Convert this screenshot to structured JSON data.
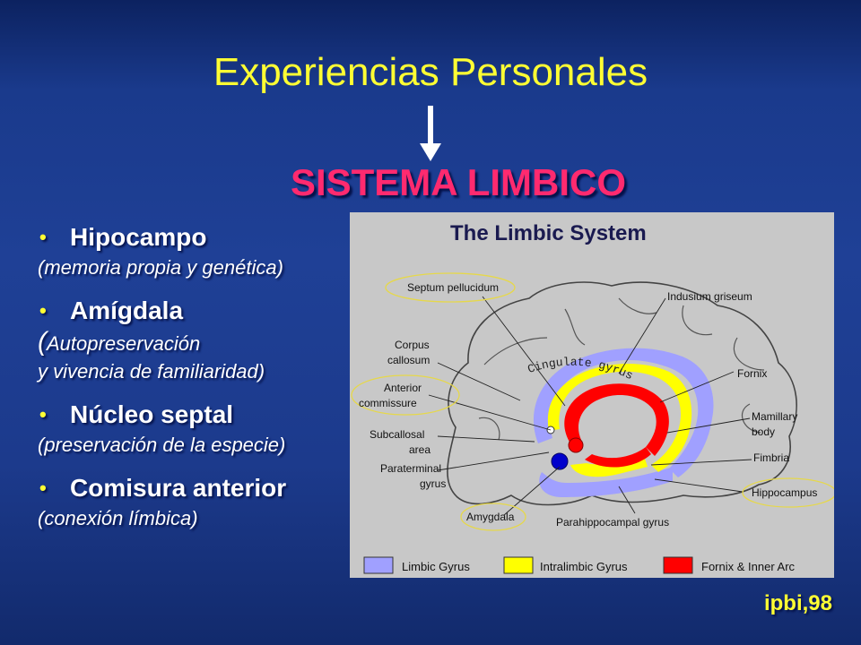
{
  "slide": {
    "title": "Experiencias Personales",
    "subtitle": "SISTEMA LIMBICO",
    "footer": "ipbi,98"
  },
  "bullets": [
    {
      "label": "Hipocampo",
      "desc_lines": [
        "(memoria propia y genética)"
      ]
    },
    {
      "label": "Amígdala",
      "desc_lines": [
        "Autopreservación",
        "y vivencia de familiaridad)"
      ],
      "open_paren": "("
    },
    {
      "label": "Núcleo septal",
      "desc_lines": [
        "(preservación de la especie)"
      ]
    },
    {
      "label": "Comisura anterior",
      "desc_lines": [
        "(conexión límbica)"
      ]
    }
  ],
  "bullet_glyph": "•",
  "diagram": {
    "title": "The Limbic System",
    "labels": {
      "septum": "Septum pellucidum",
      "indusium": "Indusium griseum",
      "corpus_1": "Corpus",
      "corpus_2": "callosum",
      "fornix": "Fornix",
      "cingulate": "Cingulate gyrus",
      "anterior_1": "Anterior",
      "anterior_2": "commissure",
      "mamillary_1": "Mamillary",
      "mamillary_2": "body",
      "subcallosal_1": "Subcallosal",
      "subcallosal_2": "area",
      "fimbria": "Fimbria",
      "paraterminal_1": "Paraterminal",
      "paraterminal_2": "gyrus",
      "hippocampus": "Hippocampus",
      "amygdala": "Amygdala",
      "parahippocampal": "Parahippocampal gyrus"
    },
    "legend": [
      {
        "label": "Limbic Gyrus",
        "color": "#a0a0ff"
      },
      {
        "label": "Intralimbic Gyrus",
        "color": "#ffff00"
      },
      {
        "label": "Fornix & Inner Arc",
        "color": "#ff0000"
      }
    ]
  },
  "colors": {
    "title": "#ffff33",
    "subtitle": "#ff2a6f",
    "text": "#ffffff",
    "figure_bg": "#c8c8c8",
    "limbic_gyrus": "#a0a0ff",
    "intralimbic_gyrus": "#ffff00",
    "fornix": "#ff0000",
    "amygdala_dot": "#0000cc",
    "highlight_ellipse": "#e6d84a"
  }
}
